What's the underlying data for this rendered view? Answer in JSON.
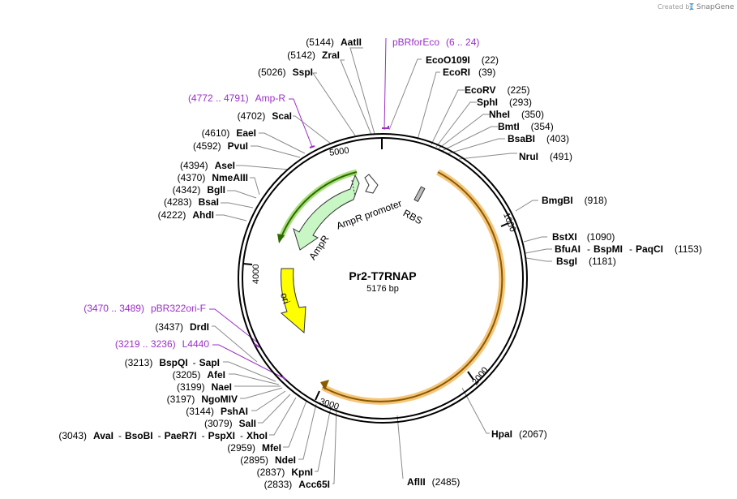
{
  "plasmid": {
    "name": "Pr2-T7RNAP",
    "length": "5176 bp"
  },
  "credit": {
    "prefix": "Created by",
    "brand": "SnapGene"
  },
  "ticks": [
    "5000",
    "1000",
    "2000",
    "3000",
    "4000"
  ],
  "features": {
    "ampr_promoter": "AmpR promoter",
    "ampr": "AmpR",
    "ori": "ori",
    "rbs": "RBS"
  },
  "primers": [
    {
      "name": "pBRforEco",
      "range": "(6 .. 24)"
    },
    {
      "name": "Amp-R",
      "range": "(4772 .. 4791)"
    },
    {
      "name": "pBR322ori-F",
      "range": "(3470 .. 3489)"
    },
    {
      "name": "L4440",
      "range": "(3219 .. 3236)"
    }
  ],
  "sites": [
    {
      "name": "AatII",
      "pos": "(5144)"
    },
    {
      "name": "ZraI",
      "pos": "(5142)"
    },
    {
      "name": "SspI",
      "pos": "(5026)"
    },
    {
      "name": "ScaI",
      "pos": "(4702)"
    },
    {
      "name": "EaeI",
      "pos": "(4610)"
    },
    {
      "name": "PvuI",
      "pos": "(4592)"
    },
    {
      "name": "AseI",
      "pos": "(4394)"
    },
    {
      "name": "NmeAIII",
      "pos": "(4370)"
    },
    {
      "name": "BglI",
      "pos": "(4342)"
    },
    {
      "name": "BsaI",
      "pos": "(4283)"
    },
    {
      "name": "AhdI",
      "pos": "(4222)"
    },
    {
      "name": "DrdI",
      "pos": "(3437)"
    },
    {
      "name": "BspQI",
      "sep": "-",
      "name2": "SapI",
      "pos": "(3213)"
    },
    {
      "name": "AfeI",
      "pos": "(3205)"
    },
    {
      "name": "NaeI",
      "pos": "(3199)"
    },
    {
      "name": "NgoMIV",
      "pos": "(3197)"
    },
    {
      "name": "PshAI",
      "pos": "(3144)"
    },
    {
      "name": "SalI",
      "pos": "(3079)"
    },
    {
      "name": "AvaI",
      "name2": "BsoBI",
      "name3": "PaeR7I",
      "name4": "PspXI",
      "name5": "XhoI",
      "sep": "-",
      "pos": "(3043)"
    },
    {
      "name": "MfeI",
      "pos": "(2959)"
    },
    {
      "name": "NdeI",
      "pos": "(2895)"
    },
    {
      "name": "KpnI",
      "pos": "(2837)"
    },
    {
      "name": "Acc65I",
      "pos": "(2833)"
    },
    {
      "name": "AflII",
      "pos": "(2485)"
    },
    {
      "name": "HpaI",
      "pos": "(2067)"
    },
    {
      "name": "EcoO109I",
      "pos": "(22)"
    },
    {
      "name": "EcoRI",
      "pos": "(39)"
    },
    {
      "name": "EcoRV",
      "pos": "(225)"
    },
    {
      "name": "SphI",
      "pos": "(293)"
    },
    {
      "name": "NheI",
      "pos": "(350)"
    },
    {
      "name": "BmtI",
      "pos": "(354)"
    },
    {
      "name": "BsaBI",
      "pos": "(403)"
    },
    {
      "name": "NruI",
      "pos": "(491)"
    },
    {
      "name": "BmgBI",
      "pos": "(918)"
    },
    {
      "name": "BstXI",
      "pos": "(1090)"
    },
    {
      "name": "BfuAI",
      "sep": "-",
      "name2": "BspMI",
      "name3": "PaqCI",
      "pos": "(1153)"
    },
    {
      "name": "BsgI",
      "pos": "(1181)"
    }
  ]
}
